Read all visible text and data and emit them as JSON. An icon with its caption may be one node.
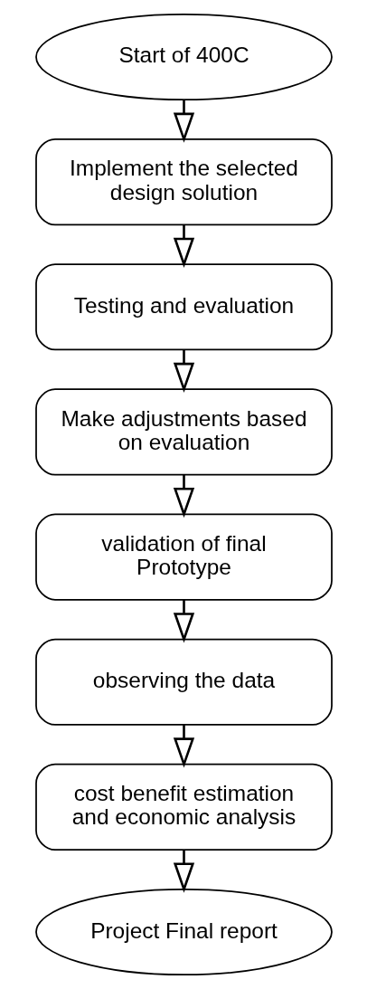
{
  "diagram": {
    "nodes": [
      {
        "text": [
          "Start of 400C"
        ]
      },
      {
        "text": [
          "Implement the selected design solution"
        ]
      },
      {
        "text": [
          "Testing and evaluation"
        ]
      },
      {
        "text": [
          "Make adjustments based on evaluation"
        ]
      },
      {
        "text": [
          "validation of final Prototype"
        ]
      },
      {
        "text": [
          "observing the data"
        ]
      },
      {
        "text": [
          "cost benefit estimation and economic analysis"
        ]
      },
      {
        "text": [
          "Project Final report"
        ]
      }
    ],
    "edges": [
      {
        "from": 0,
        "to": 1,
        "arrow": "to"
      },
      {
        "from": 1,
        "to": 2,
        "arrow": "to"
      },
      {
        "from": 2,
        "to": 3,
        "arrow": "to"
      },
      {
        "from": 3,
        "to": 4,
        "arrow": "to"
      },
      {
        "from": 4,
        "to": 5,
        "arrow": "to"
      },
      {
        "from": 5,
        "to": 6,
        "arrow": "to"
      },
      {
        "from": 6,
        "to": 7,
        "arrow": "to"
      }
    ]
  }
}
